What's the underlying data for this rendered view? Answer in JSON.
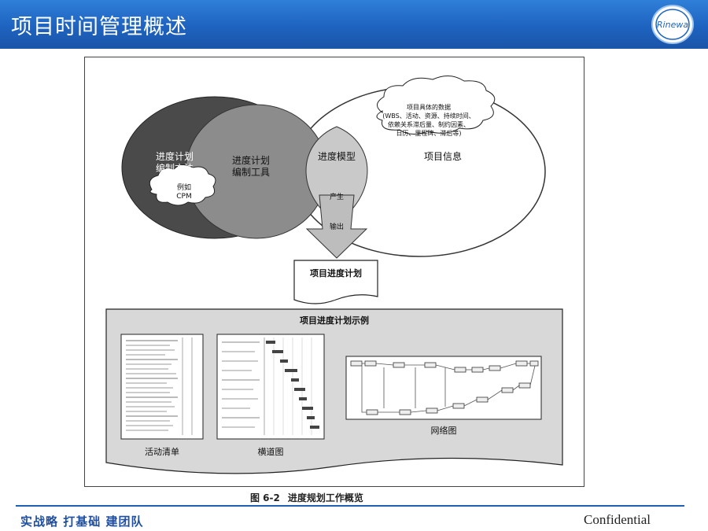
{
  "header": {
    "title": "项目时间管理概述",
    "logo_text": "Rinewa"
  },
  "diagram": {
    "circle_left_label": [
      "进度计划",
      "编制方法"
    ],
    "cloud_left_label": [
      "例如",
      "CPM"
    ],
    "circle_middle_label": [
      "进度计划",
      "编制工具"
    ],
    "lens_label": "进度模型",
    "produce_label": "产生",
    "output_label": "输出",
    "circle_right_label": "项目信息",
    "cloud_right_lines": [
      "项目具体的数据",
      "(WBS、活动、资源、持续时间、",
      "依赖关系滞后量、制约因素、",
      "日历、里程碑、滞后等)"
    ],
    "plan_label": "项目进度计划",
    "examples_title": "项目进度计划示例",
    "example_labels": [
      "活动清单",
      "横道图",
      "网络图"
    ]
  },
  "caption": {
    "number": "图 6-2",
    "text": "进度规划工作概览"
  },
  "footer": {
    "slogan": "实战略  打基础  建团队",
    "confidential": "Confidential"
  },
  "colors": {
    "header_blue": "#1e63c0",
    "dark_circle": "#4a4a4a",
    "mid_circle": "#8c8c8c",
    "light_lens": "#c9c9c9"
  }
}
